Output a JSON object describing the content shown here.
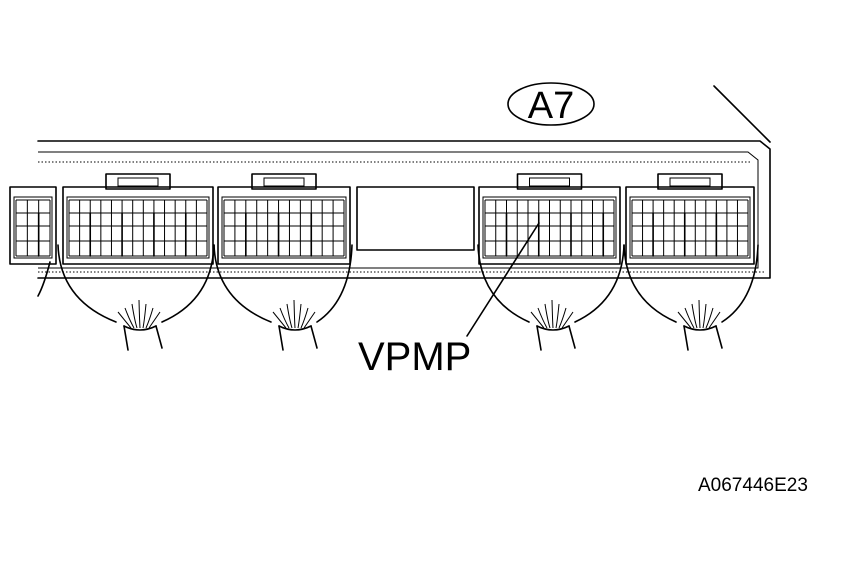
{
  "connector_label": "A7",
  "terminal_label": "VPMP",
  "figure_id": "A067446E23",
  "colors": {
    "ink": "#000000",
    "background": "#ffffff"
  }
}
